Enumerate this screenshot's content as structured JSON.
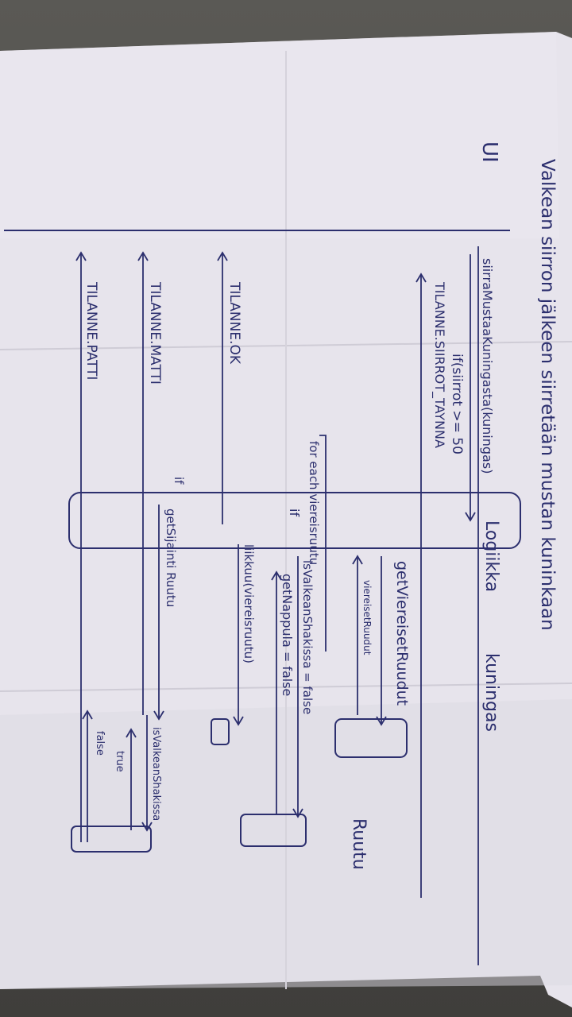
{
  "diagram": {
    "title": "Valkean siirron jälkeen siirretään mustan kuninkaan",
    "title_line1": "Valkean siirron jälkeen siirretään mustan kuninkaan",
    "participants": {
      "ui": "UI",
      "logiikka": "Logiikka",
      "kuningas": "kuningas",
      "ruutu": "Ruutu"
    },
    "messages": {
      "m1": "siirraMustaaKuningasta(kuningas)",
      "m2": "if(siirrot >= 50",
      "m3": "TILANNE.SIIRROT_TAYNNA",
      "m4": "getViereisetRuudut",
      "m5": "viereisetRuudut",
      "m6": "for each viereisruutu",
      "m7": "if",
      "m8": "isValkeanShakissa = false",
      "m9": "getNappula = false",
      "m10": "liikkuu(viereisruutu)",
      "m11": "TILANNE.OK",
      "m12": "TILANNE.MATTI",
      "m13": "getSijainti Ruutu",
      "m14": "isValkeanShakissa",
      "m15": "true",
      "m16": "TILANNE.PATTI",
      "m17": "false",
      "m18": "if"
    },
    "colors": {
      "paper": "#e9e6ee",
      "ink": "#2c2f6e",
      "background": "#4a4a47"
    }
  }
}
